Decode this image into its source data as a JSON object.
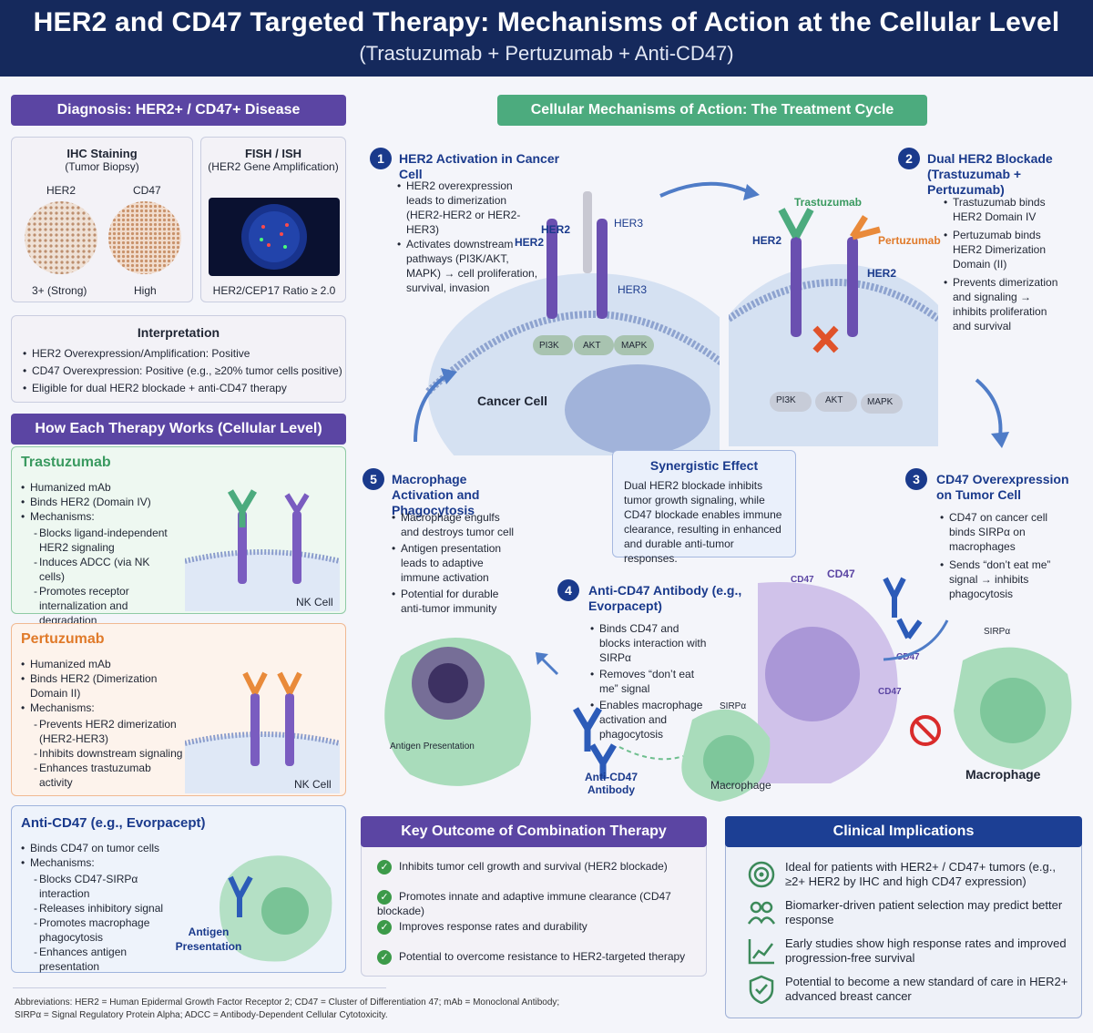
{
  "header": {
    "title": "HER2 and CD47 Targeted Therapy: Mechanisms of Action at the Cellular Level",
    "subtitle": "(Trastuzumab + Pertuzumab + Anti-CD47)"
  },
  "diagnosis": {
    "banner": "Diagnosis: HER2+ / CD47+ Disease",
    "ihc": {
      "title": "IHC Staining",
      "sub": "(Tumor Biopsy)",
      "her2": "HER2",
      "cd47": "CD47",
      "her2_score": "3+ (Strong)",
      "cd47_score": "High"
    },
    "fish": {
      "title": "FISH / ISH",
      "sub": "(HER2 Gene Amplification)",
      "ratio": "HER2/CEP17 Ratio ≥ 2.0"
    },
    "interpretation": {
      "title": "Interpretation",
      "items": [
        "HER2 Overexpression/Amplification: Positive",
        "CD47 Overexpression: Positive (e.g., ≥20% tumor cells positive)",
        "Eligible for dual HER2 blockade + anti-CD47 therapy"
      ]
    }
  },
  "therapy": {
    "banner": "How Each Therapy Works (Cellular Level)",
    "trastuzumab": {
      "title": "Trastuzumab",
      "items": [
        "Humanized mAb",
        "Binds HER2 (Domain IV)",
        "Mechanisms:"
      ],
      "sub": [
        "Blocks ligand-independent HER2 signaling",
        "Induces ADCC (via NK cells)",
        "Promotes receptor internalization and degradation"
      ],
      "cell_label": "NK Cell"
    },
    "pertuzumab": {
      "title": "Pertuzumab",
      "items": [
        "Humanized mAb",
        "Binds HER2 (Dimerization Domain II)",
        "Mechanisms:"
      ],
      "sub": [
        "Prevents HER2 dimerization (HER2-HER3)",
        "Inhibits downstream signaling",
        "Enhances trastuzumab activity"
      ],
      "cell_label": "NK Cell"
    },
    "anticd47": {
      "title": "Anti-CD47 (e.g., Evorpacept)",
      "items": [
        "Binds CD47 on tumor cells",
        "Mechanisms:"
      ],
      "sub": [
        "Blocks CD47-SIRPα interaction",
        "Releases inhibitory signal",
        "Promotes macrophage phagocytosis",
        "Enhances antigen presentation"
      ],
      "cell_label": "Antigen Presentation"
    }
  },
  "cycle": {
    "banner": "Cellular Mechanisms of Action: The Treatment Cycle",
    "step1": {
      "num": "1",
      "title": "HER2 Activation in Cancer Cell",
      "items": [
        "HER2 overexpression leads to dimerization (HER2-HER2 or HER2-HER3)",
        "Activates downstream pathways (PI3K/AKT, MAPK) → cell proliferation, survival, invasion"
      ],
      "labels": {
        "her2a": "HER2",
        "her2b": "HER2",
        "her3": "HER3",
        "her3b": "HER3",
        "pi3k": "PI3K",
        "akt": "AKT",
        "mapk": "MAPK",
        "cell": "Cancer Cell"
      }
    },
    "step2": {
      "num": "2",
      "title": "Dual HER2 Blockade (Trastuzumab + Pertuzumab)",
      "items": [
        "Trastuzumab binds HER2 Domain IV",
        "Pertuzumab binds HER2 Dimerization Domain (II)",
        "Prevents dimerization and signaling → inhibits proliferation and survival"
      ],
      "labels": {
        "trastuzumab": "Trastuzumab",
        "pertuzumab": "Pertuzumab",
        "her2a": "HER2",
        "her2b": "HER2",
        "pi3k": "PI3K",
        "akt": "AKT",
        "mapk": "MAPK"
      }
    },
    "step3": {
      "num": "3",
      "title": "CD47 Overexpression on Tumor Cell",
      "items": [
        "CD47 on cancer cell binds SIRPα on macrophages",
        "Sends “don’t eat me” signal → inhibits phagocytosis"
      ],
      "labels": {
        "cd47a": "CD47",
        "cd47b": "CD47",
        "cd47c": "CD47",
        "cd47d": "CD47",
        "sirpa": "SIRPα",
        "macrophage": "Macrophage"
      }
    },
    "step4": {
      "num": "4",
      "title": "Anti-CD47 Antibody (e.g., Evorpacept)",
      "items": [
        "Binds CD47 and blocks interaction with SIRPα",
        "Removes “don’t eat me” signal",
        "Enables macrophage activation and phagocytosis"
      ],
      "labels": {
        "antibody": "Anti-CD47 Antibody",
        "sirpa": "SIRPα",
        "macrophage": "Macrophage"
      }
    },
    "step5": {
      "num": "5",
      "title": "Macrophage Activation and Phagocytosis",
      "items": [
        "Macrophage engulfs and destroys tumor cell",
        "Antigen presentation leads to adaptive immune activation",
        "Potential for durable anti-tumor immunity"
      ],
      "labels": {
        "antigen": "Antigen Presentation"
      }
    },
    "synergy": {
      "title": "Synergistic Effect",
      "text": "Dual HER2 blockade inhibits tumor growth signaling, while CD47 blockade enables immune clearance, resulting in enhanced and durable anti-tumor responses."
    }
  },
  "outcome": {
    "banner": "Key Outcome of Combination Therapy",
    "items": [
      "Inhibits tumor cell growth and survival (HER2 blockade)",
      "Promotes innate and adaptive immune clearance (CD47 blockade)",
      "Improves response rates and durability",
      "Potential to overcome resistance to HER2-targeted therapy"
    ]
  },
  "clinical": {
    "banner": "Clinical Implications",
    "items": [
      {
        "icon": "target-icon",
        "text": "Ideal for patients with HER2+ / CD47+ tumors (e.g., ≥2+ HER2 by IHC and high CD47 expression)"
      },
      {
        "icon": "patients-icon",
        "text": "Biomarker-driven patient selection may predict better response"
      },
      {
        "icon": "chart-icon",
        "text": "Early studies show high response rates and improved progression-free survival"
      },
      {
        "icon": "shield-check-icon",
        "text": "Potential to become a new standard of care in HER2+ advanced breast cancer"
      }
    ]
  },
  "footer": {
    "abbrev1": "Abbreviations: HER2 = Human Epidermal Growth Factor Receptor 2; CD47 = Cluster of Differentiation 47; mAb = Monoclonal Antibody;",
    "abbrev2": "SIRPα = Signal Regulatory Protein Alpha; ADCC = Antibody-Dependent Cellular Cytotoxicity."
  },
  "colors": {
    "navy": "#15295c",
    "purple": "#5b45a3",
    "green": "#4cab7e",
    "orange": "#e98a3a",
    "her2": "#6a4fb0",
    "macrophage": "#9fd9b3"
  }
}
